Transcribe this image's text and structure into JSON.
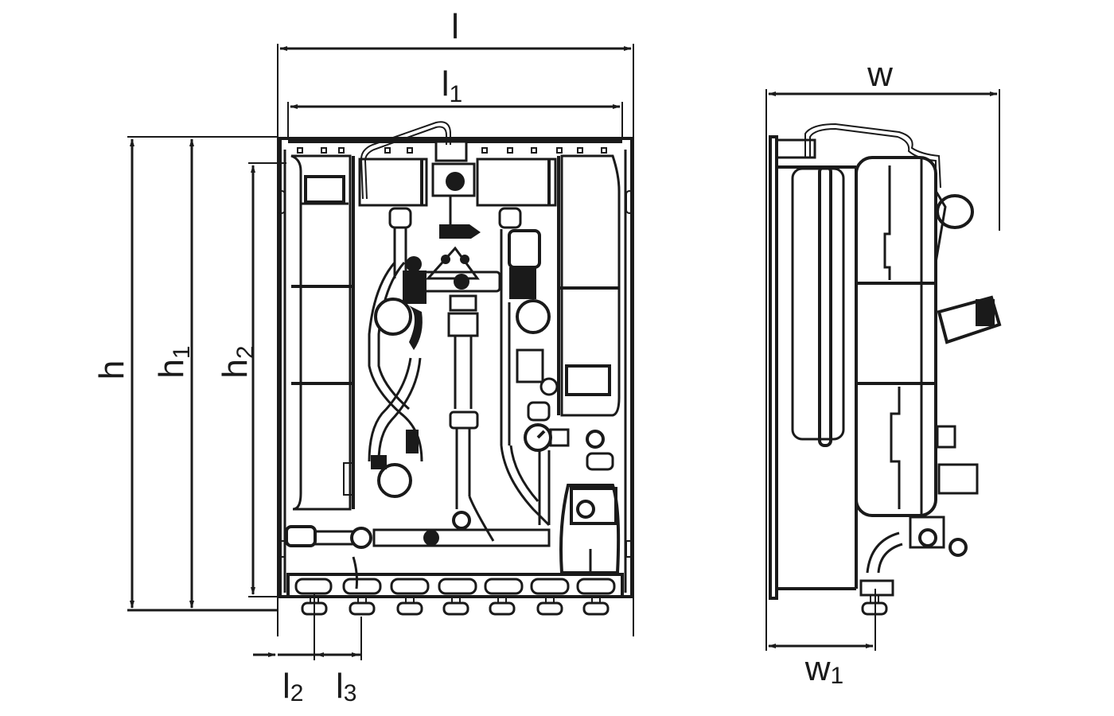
{
  "diagram": {
    "type": "technical-dimension-drawing",
    "subject": "wall-mounted hydraulic station with expansion vessel",
    "line_color": "#1a1a1a",
    "background": "#ffffff",
    "views": [
      {
        "name": "front-view",
        "dimensions": {
          "overall_length": {
            "label": "l"
          },
          "inner_length": {
            "label": "l",
            "subscript": "1"
          },
          "overall_height": {
            "label": "h"
          },
          "frame_height": {
            "label": "h",
            "subscript": "1"
          },
          "connection_height": {
            "label": "h",
            "subscript": "2"
          },
          "edge_to_first_connection": {
            "label": "l",
            "subscript": "2"
          },
          "connection_spacing": {
            "label": "l",
            "subscript": "3"
          }
        },
        "bottom_connections_count": 7
      },
      {
        "name": "side-view",
        "dimensions": {
          "overall_depth": {
            "label": "w"
          },
          "connection_depth": {
            "label": "w",
            "subscript": "1"
          }
        }
      }
    ]
  }
}
